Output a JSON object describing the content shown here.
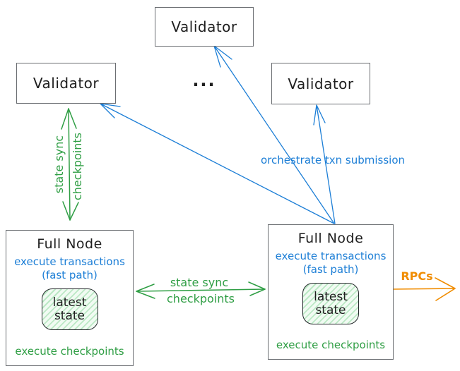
{
  "colors": {
    "green": "#2f9e44",
    "blue": "#1c7ed6",
    "orange": "#f08c00",
    "ink": "#1e1e1e",
    "box_border": "#6b6e72"
  },
  "validators": {
    "top_label": "Validator",
    "left_label": "Validator",
    "right_label": "Validator",
    "ellipsis": "..."
  },
  "full_node_left": {
    "title": "Full Node",
    "exec_line1": "execute transactions",
    "exec_line2": "(fast path)",
    "state_line1": "latest",
    "state_line2": "state",
    "footer": "execute checkpoints"
  },
  "full_node_right": {
    "title": "Full Node",
    "exec_line1": "execute transactions",
    "exec_line2": "(fast path)",
    "state_line1": "latest",
    "state_line2": "state",
    "footer": "execute checkpoints"
  },
  "labels": {
    "vertical_state_sync_line1": "state sync",
    "vertical_state_sync_line2": "checkpoints",
    "horizontal_state_sync_line1": "state sync",
    "horizontal_state_sync_line2": "checkpoints",
    "orchestrate": "orchestrate txn submission",
    "rpcs": "RPCs"
  }
}
